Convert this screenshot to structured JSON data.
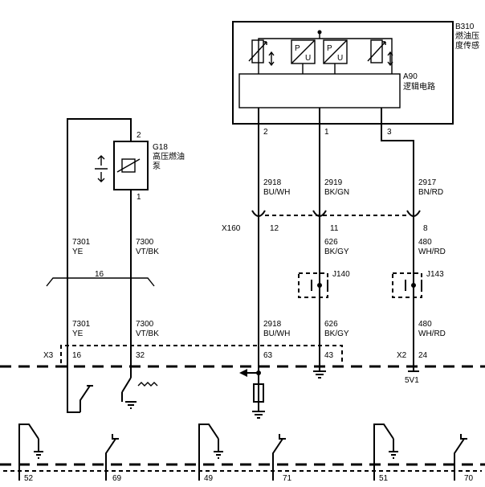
{
  "components": {
    "b310": {
      "id": "B310",
      "name_line1": "燃油压",
      "name_line2": "度传感"
    },
    "a90": {
      "id": "A90",
      "name": "逻辑电路"
    },
    "g18": {
      "id": "G18",
      "name_line1": "高压燃油",
      "name_line2": "泵",
      "pin_top": "2",
      "pin_bottom": "1"
    },
    "j140": {
      "id": "J140"
    },
    "j143": {
      "id": "J143"
    }
  },
  "sensor_pins": [
    "2",
    "1",
    "3"
  ],
  "connectors": {
    "x160": {
      "id": "X160",
      "pins": [
        "12",
        "11",
        "8"
      ]
    },
    "x3": {
      "id": "X3",
      "pins": [
        "16",
        "32"
      ]
    },
    "x2": {
      "id": "X2",
      "pin": "24"
    },
    "ecm_pins": [
      "63",
      "43"
    ],
    "bottom_pins": [
      "52",
      "69",
      "49",
      "71",
      "51",
      "70"
    ]
  },
  "wires": {
    "w2918_top": {
      "circuit": "2918",
      "color": "BU/WH"
    },
    "w2919": {
      "circuit": "2919",
      "color": "BK/GN"
    },
    "w2917": {
      "circuit": "2917",
      "color": "BN/RD"
    },
    "w2918_bottom": {
      "circuit": "2918",
      "color": "BU/WH"
    },
    "w626_top": {
      "circuit": "626",
      "color": "BK/GY"
    },
    "w626_bottom": {
      "circuit": "626",
      "color": "BK/GY"
    },
    "w480_top": {
      "circuit": "480",
      "color": "WH/RD"
    },
    "w480_bottom": {
      "circuit": "480",
      "color": "WH/RD"
    },
    "w7301_top": {
      "circuit": "7301",
      "color": "YE"
    },
    "w7301_bottom": {
      "circuit": "7301",
      "color": "YE"
    },
    "w7300_top": {
      "circuit": "7300",
      "color": "VT/BK"
    },
    "w7300_bottom": {
      "circuit": "7300",
      "color": "VT/BK"
    }
  },
  "twist_label": "16",
  "ref_5v": "5V1"
}
